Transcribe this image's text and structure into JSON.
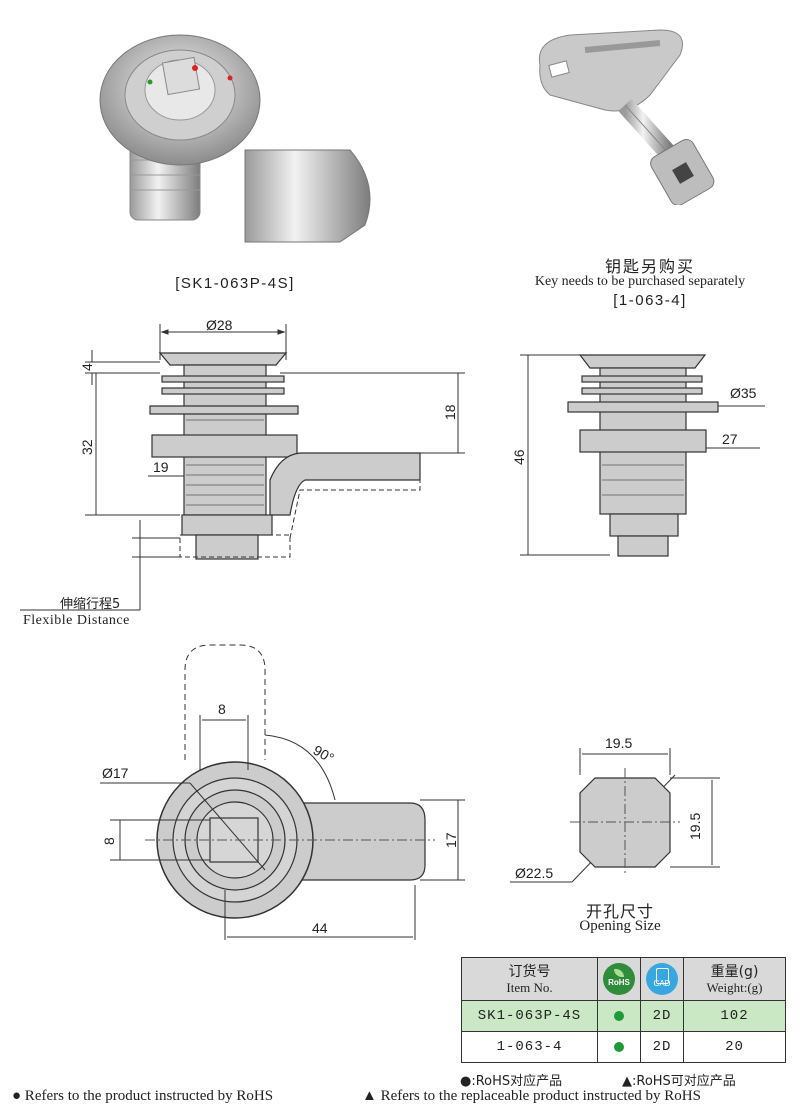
{
  "product_caption": "[SK1-063P-4S]",
  "key_caption": {
    "cn": "钥匙另购买",
    "en": "Key needs to be purchased separately",
    "code": "[1-063-4]"
  },
  "dims_side": {
    "d28": "Ø28",
    "d4": "4",
    "d32": "32",
    "d18": "18",
    "d19": "19"
  },
  "dims_front": {
    "d35": "Ø35",
    "d46": "46",
    "d27": "27"
  },
  "flexible": {
    "cn": "伸缩行程5",
    "en": "Flexible Distance"
  },
  "dims_top": {
    "d8a": "8",
    "d90": "90°",
    "d17a": "Ø17",
    "d8b": "8",
    "d17b": "17",
    "d44": "44"
  },
  "opening": {
    "w": "19.5",
    "h": "19.5",
    "dia": "Ø22.5",
    "cn": "开孔尺寸",
    "en": "Opening Size"
  },
  "table": {
    "h_item_cn": "订货号",
    "h_item_en": "Item No.",
    "h_rohs": "RoHS",
    "h_cad": "CAD",
    "h_weight_cn": "重量(g)",
    "h_weight_en": "Weight:(g)",
    "rows": [
      {
        "item": "SK1-063P-4S",
        "cad": "2D",
        "weight": "102"
      },
      {
        "item": "1-063-4",
        "cad": "2D",
        "weight": "20"
      }
    ]
  },
  "legend_cn": {
    "dot": "●:RoHS对应产品",
    "tri": "▲:RoHS可对应产品"
  },
  "legend_en": {
    "dot": "● Refers to the product instructed by RoHS",
    "tri": "▲ Refers to the replaceable product instructed by RoHS"
  },
  "colors": {
    "green": "#1e9a3a",
    "table_header": "#d9d9d9",
    "row_highlight": "#c9e8c3"
  }
}
